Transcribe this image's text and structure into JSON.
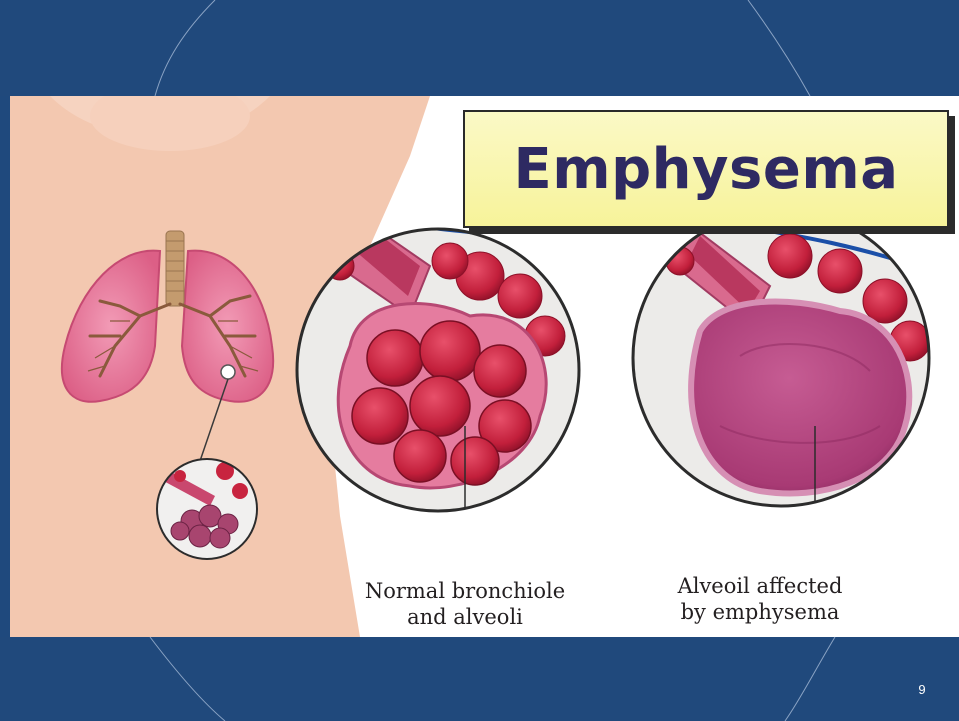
{
  "slide": {
    "title": "Emphysema",
    "captions": {
      "normal_line1": "Normal bronchiole",
      "normal_line2": "and alveoli",
      "affected_line1": "Alveoil affected",
      "affected_line2": "by emphysema"
    },
    "page_number": "9"
  },
  "colors": {
    "band": "#20497c",
    "title_bg": "#f7f39a",
    "title_text": "#2e2a62",
    "skin": "#f5c9b1",
    "alveoli_red": "#c8243f",
    "emphysema_pink": "#b0417b"
  }
}
